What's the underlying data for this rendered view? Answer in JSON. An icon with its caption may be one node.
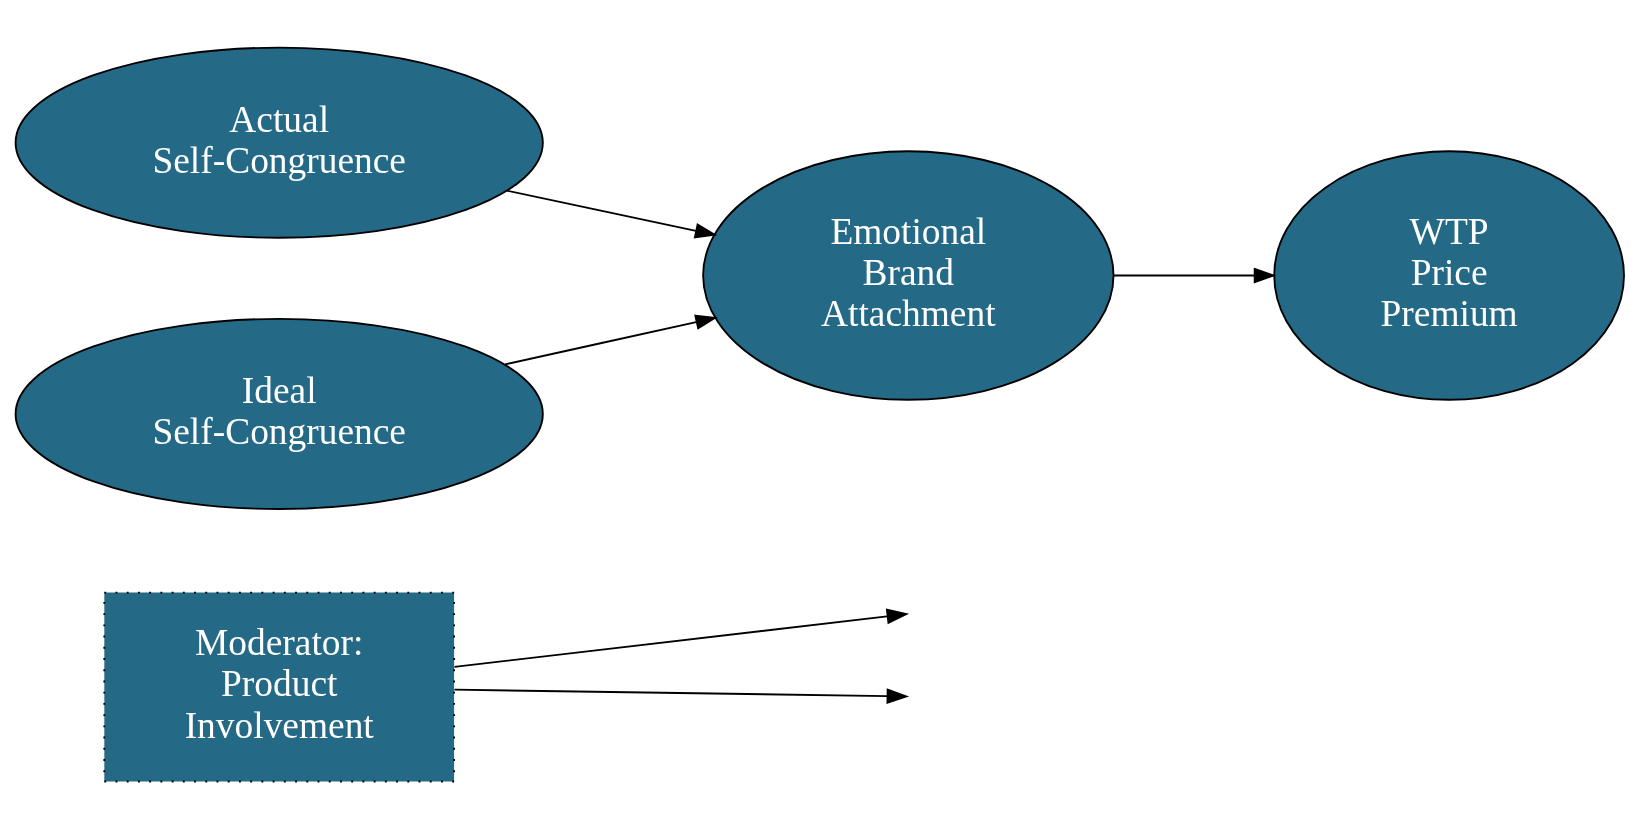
{
  "diagram": {
    "nodes": [
      {
        "text": [
          "Moderator: Product Involvement"
        ]
      },
      {
        "text": [
          "Actual Self-Congruence"
        ]
      },
      {
        "text": [
          "Ideal Self-Congruence"
        ]
      },
      {
        "text": [
          "Emotional Brand Attachment"
        ]
      },
      {
        "text": [
          "WTP Price Premium"
        ]
      }
    ],
    "edges": [
      {
        "from": 1,
        "to": 3,
        "arrow": "to"
      },
      {
        "from": 2,
        "to": 3,
        "arrow": "to"
      },
      {
        "from": 3,
        "to": 4,
        "arrow": "to"
      },
      {
        "from": 0,
        "to": null,
        "arrow": "to"
      },
      {
        "from": 0,
        "to": null,
        "arrow": "to"
      }
    ]
  }
}
